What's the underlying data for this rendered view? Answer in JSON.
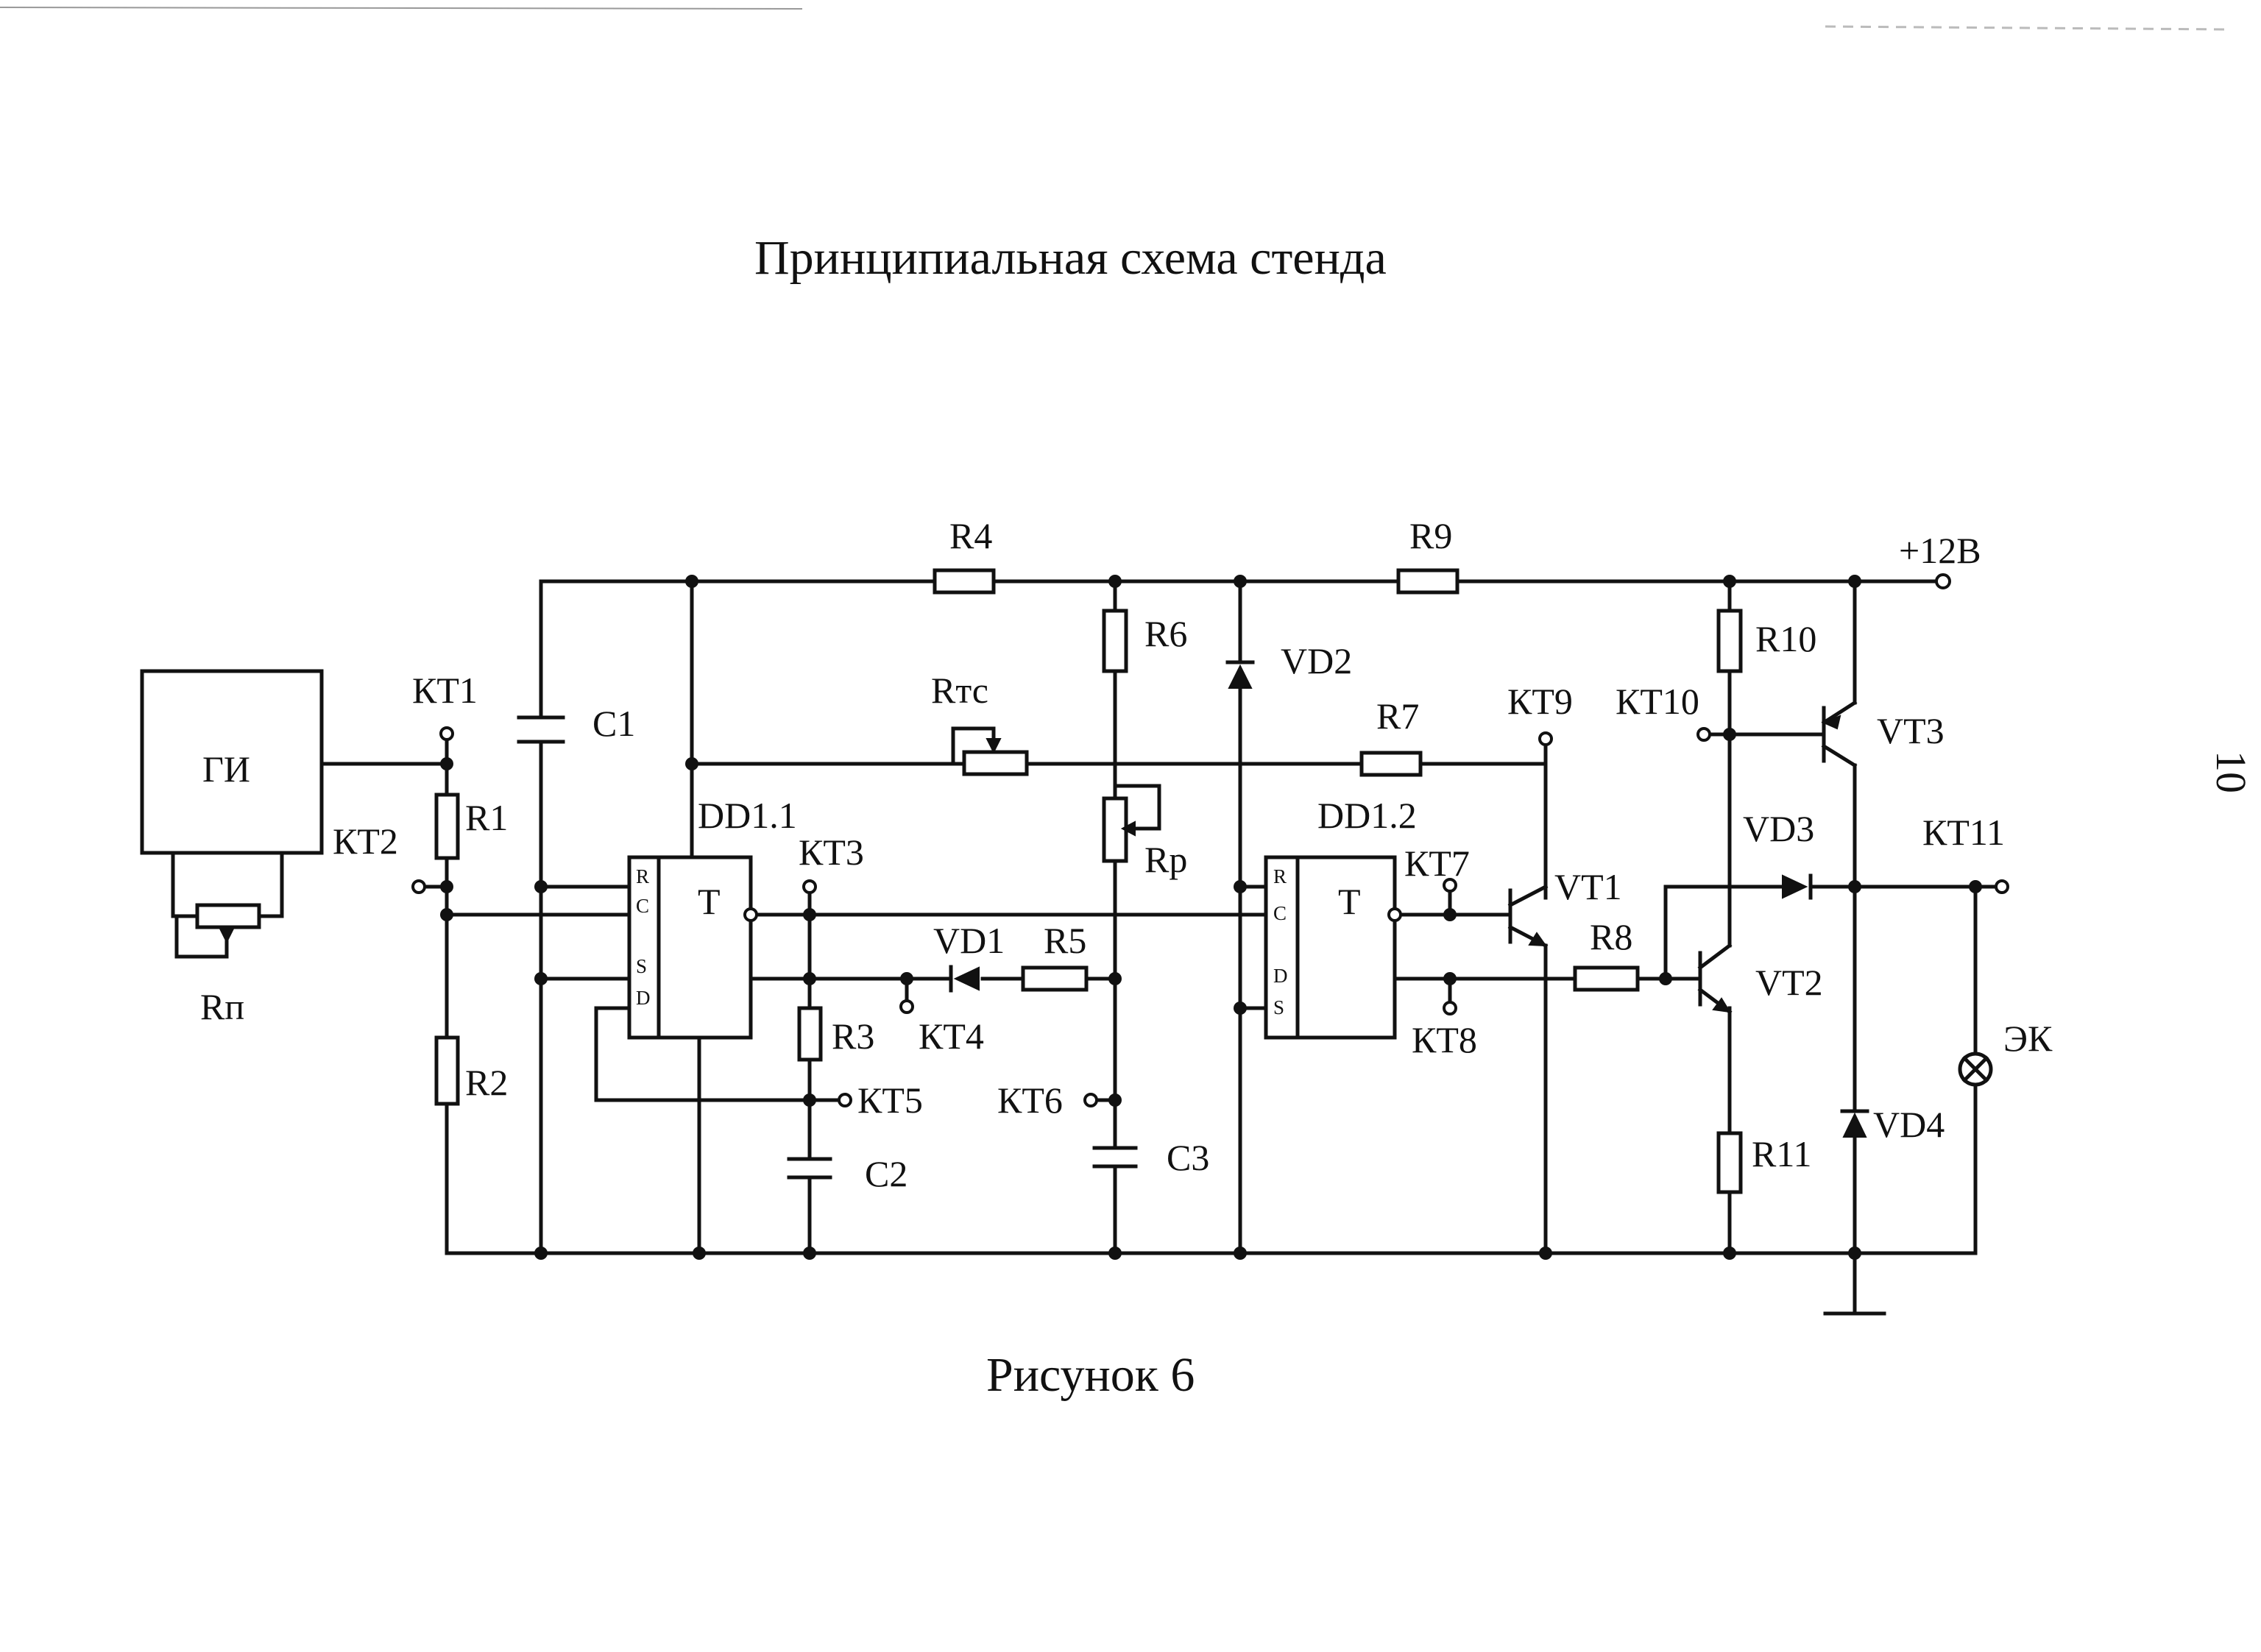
{
  "title": "Принципиальная схема стенда",
  "caption": "Рисунок 6",
  "page_mark": "10",
  "supply_label": "+12В",
  "blocks": {
    "generator": "ГИ",
    "trigger1": {
      "name": "DD1.1",
      "func": "T",
      "pins": [
        "R",
        "C",
        "S",
        "D"
      ]
    },
    "trigger2": {
      "name": "DD1.2",
      "func": "T",
      "pins": [
        "R",
        "C",
        "D",
        "S"
      ]
    }
  },
  "resistors": [
    "R1",
    "R2",
    "R3",
    "R4",
    "R5",
    "R6",
    "R7",
    "R8",
    "R9",
    "R10",
    "R11"
  ],
  "variable_resistors": [
    "Rп",
    "Rтс",
    "Rр"
  ],
  "capacitors": [
    "C1",
    "C2",
    "C3"
  ],
  "diodes": [
    "VD1",
    "VD2",
    "VD3",
    "VD4"
  ],
  "transistors": [
    "VT1",
    "VT2",
    "VT3"
  ],
  "lamp": "ЭК",
  "test_points": [
    "КТ1",
    "КТ2",
    "КТ3",
    "КТ4",
    "КТ5",
    "КТ6",
    "КТ7",
    "КТ8",
    "КТ9",
    "КТ10",
    "КТ11"
  ]
}
